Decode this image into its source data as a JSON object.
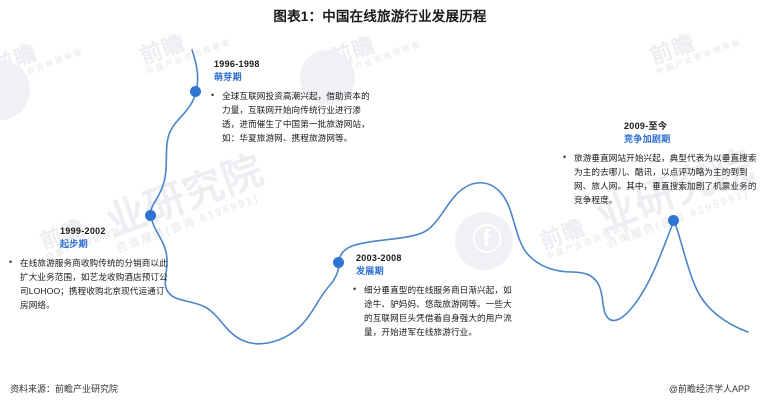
{
  "title": "图表1：中国在线旅游行业发展历程",
  "colors": {
    "node": "#2e75d4",
    "curve": "#4a86c8",
    "phase_text": "#2e6fd0",
    "body_text": "#1a1a1a",
    "watermark": "#eceef1"
  },
  "stages": [
    {
      "years": "1996-1998",
      "phase": "萌芽期",
      "body": "全球互联网投资高潮兴起，借助资本的力量，互联网开始向传统行业进行渗透，进而催生了中国第一批旅游网站，如：华夏旅游网、携程旅游网等。"
    },
    {
      "years": "1999-2002",
      "phase": "起步期",
      "body": "在线旅游服务商收购传统的分销商以此扩大业务范围，如艺龙收购酒店预订公司LOHOO；携程收购北京现代运通订房网络。"
    },
    {
      "years": "2003-2008",
      "phase": "发展期",
      "body": "细分垂直型的在线服务商日渐兴起，如途牛、驴妈妈、悠哉旅游网等。一些大的互联网巨头凭借着自身强大的用户流量，开始进军在线旅游行业。"
    },
    {
      "years": "2009-至今",
      "phase": "竞争加剧期",
      "body": "旅游垂直网站开始兴起，典型代表为以垂直搜索为主的去哪儿、酷讯，以点评功略为主的到到网、旅人网。其中，垂直搜索加剧了机票业务的竞争程度。"
    }
  ],
  "watermarks": {
    "main": "前瞻",
    "sub": "中国产业咨询领导者",
    "research": "业研究院",
    "research_sub": "咨询服务(咨询 8395991)"
  },
  "footer": {
    "source": "资料来源：前瞻产业研究院",
    "brand": "@前瞻经济学人APP"
  }
}
